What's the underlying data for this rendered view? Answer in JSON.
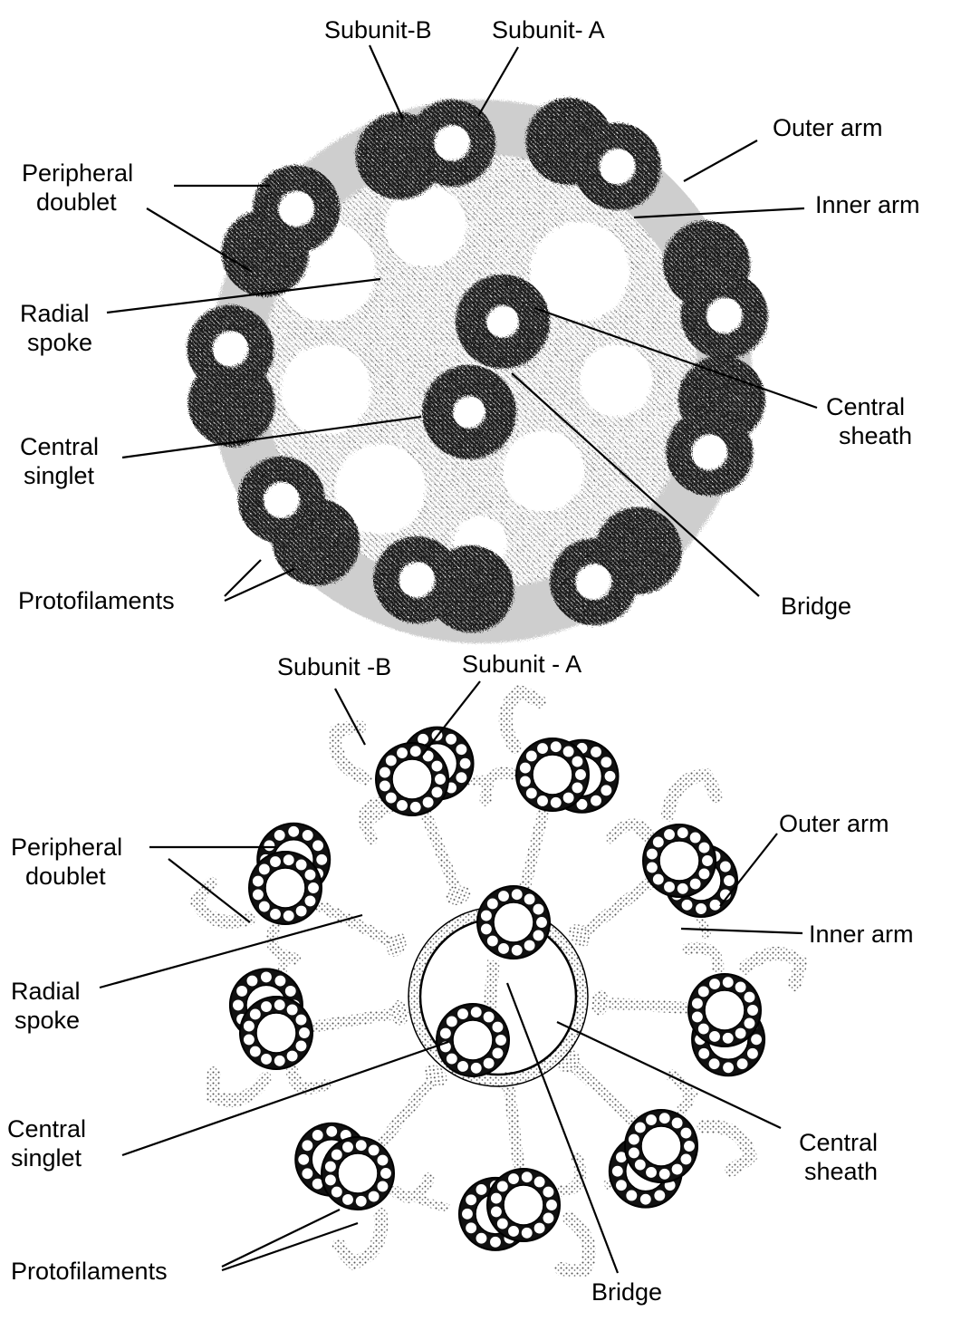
{
  "top_panel": {
    "labels": {
      "subunit_b": "Subunit-B",
      "subunit_a": "Subunit- A",
      "outer_arm": "Outer arm",
      "inner_arm": "Inner arm",
      "peripheral_doublet_1": "Peripheral",
      "peripheral_doublet_2": "doublet",
      "radial_spoke_1": "Radial",
      "radial_spoke_2": "spoke",
      "central_sheath_1": "Central",
      "central_sheath_2": "sheath",
      "central_singlet_1": "Central",
      "central_singlet_2": "singlet",
      "protofilaments": "Protofilaments",
      "bridge": "Bridge"
    }
  },
  "bottom_panel": {
    "labels": {
      "subunit_b": "Subunit -B",
      "subunit_a": "Subunit - A",
      "outer_arm": "Outer arm",
      "inner_arm": "Inner arm",
      "peripheral_doublet_1": "Peripheral",
      "peripheral_doublet_2": "doublet",
      "radial_spoke_1": "Radial",
      "radial_spoke_2": "spoke",
      "central_singlet_1": "Central",
      "central_singlet_2": "singlet",
      "central_sheath_1": "Central",
      "central_sheath_2": "sheath",
      "protofilaments": "Protofilaments",
      "bridge": "Bridge"
    }
  },
  "colors": {
    "ink": "#000000",
    "stipple": "#7a7a7a",
    "paper": "#ffffff"
  }
}
